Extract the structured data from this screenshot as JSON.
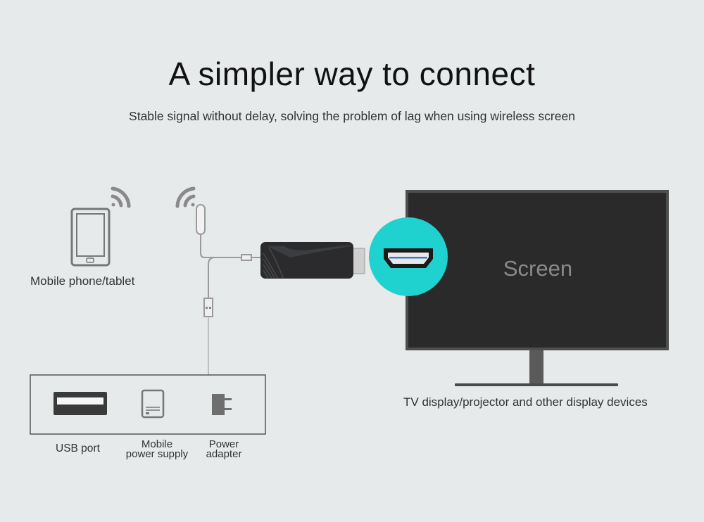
{
  "header": {
    "title": "A simpler way to connect",
    "subtitle": "Stable signal without delay, solving the problem of lag when using wireless screen"
  },
  "devices": {
    "phone_label": "Mobile phone/tablet",
    "tv_label": "TV display/projector and other display devices",
    "screen_text": "Screen"
  },
  "power_sources": {
    "usb_port": "USB port",
    "mobile_power_line1": "Mobile",
    "mobile_power_line2": "power supply",
    "adapter_line1": "Power",
    "adapter_line2": "adapter"
  },
  "colors": {
    "background": "#e7eaea",
    "tv_screen": "#2a2a2a",
    "hdmi_circle": "#1fd1cf",
    "icon_gray": "#7a7a7a"
  },
  "icons": [
    "wifi-signal-icon",
    "tablet-icon",
    "hdmi-port-icon",
    "usb-port-icon",
    "power-bank-icon",
    "power-adapter-icon"
  ]
}
